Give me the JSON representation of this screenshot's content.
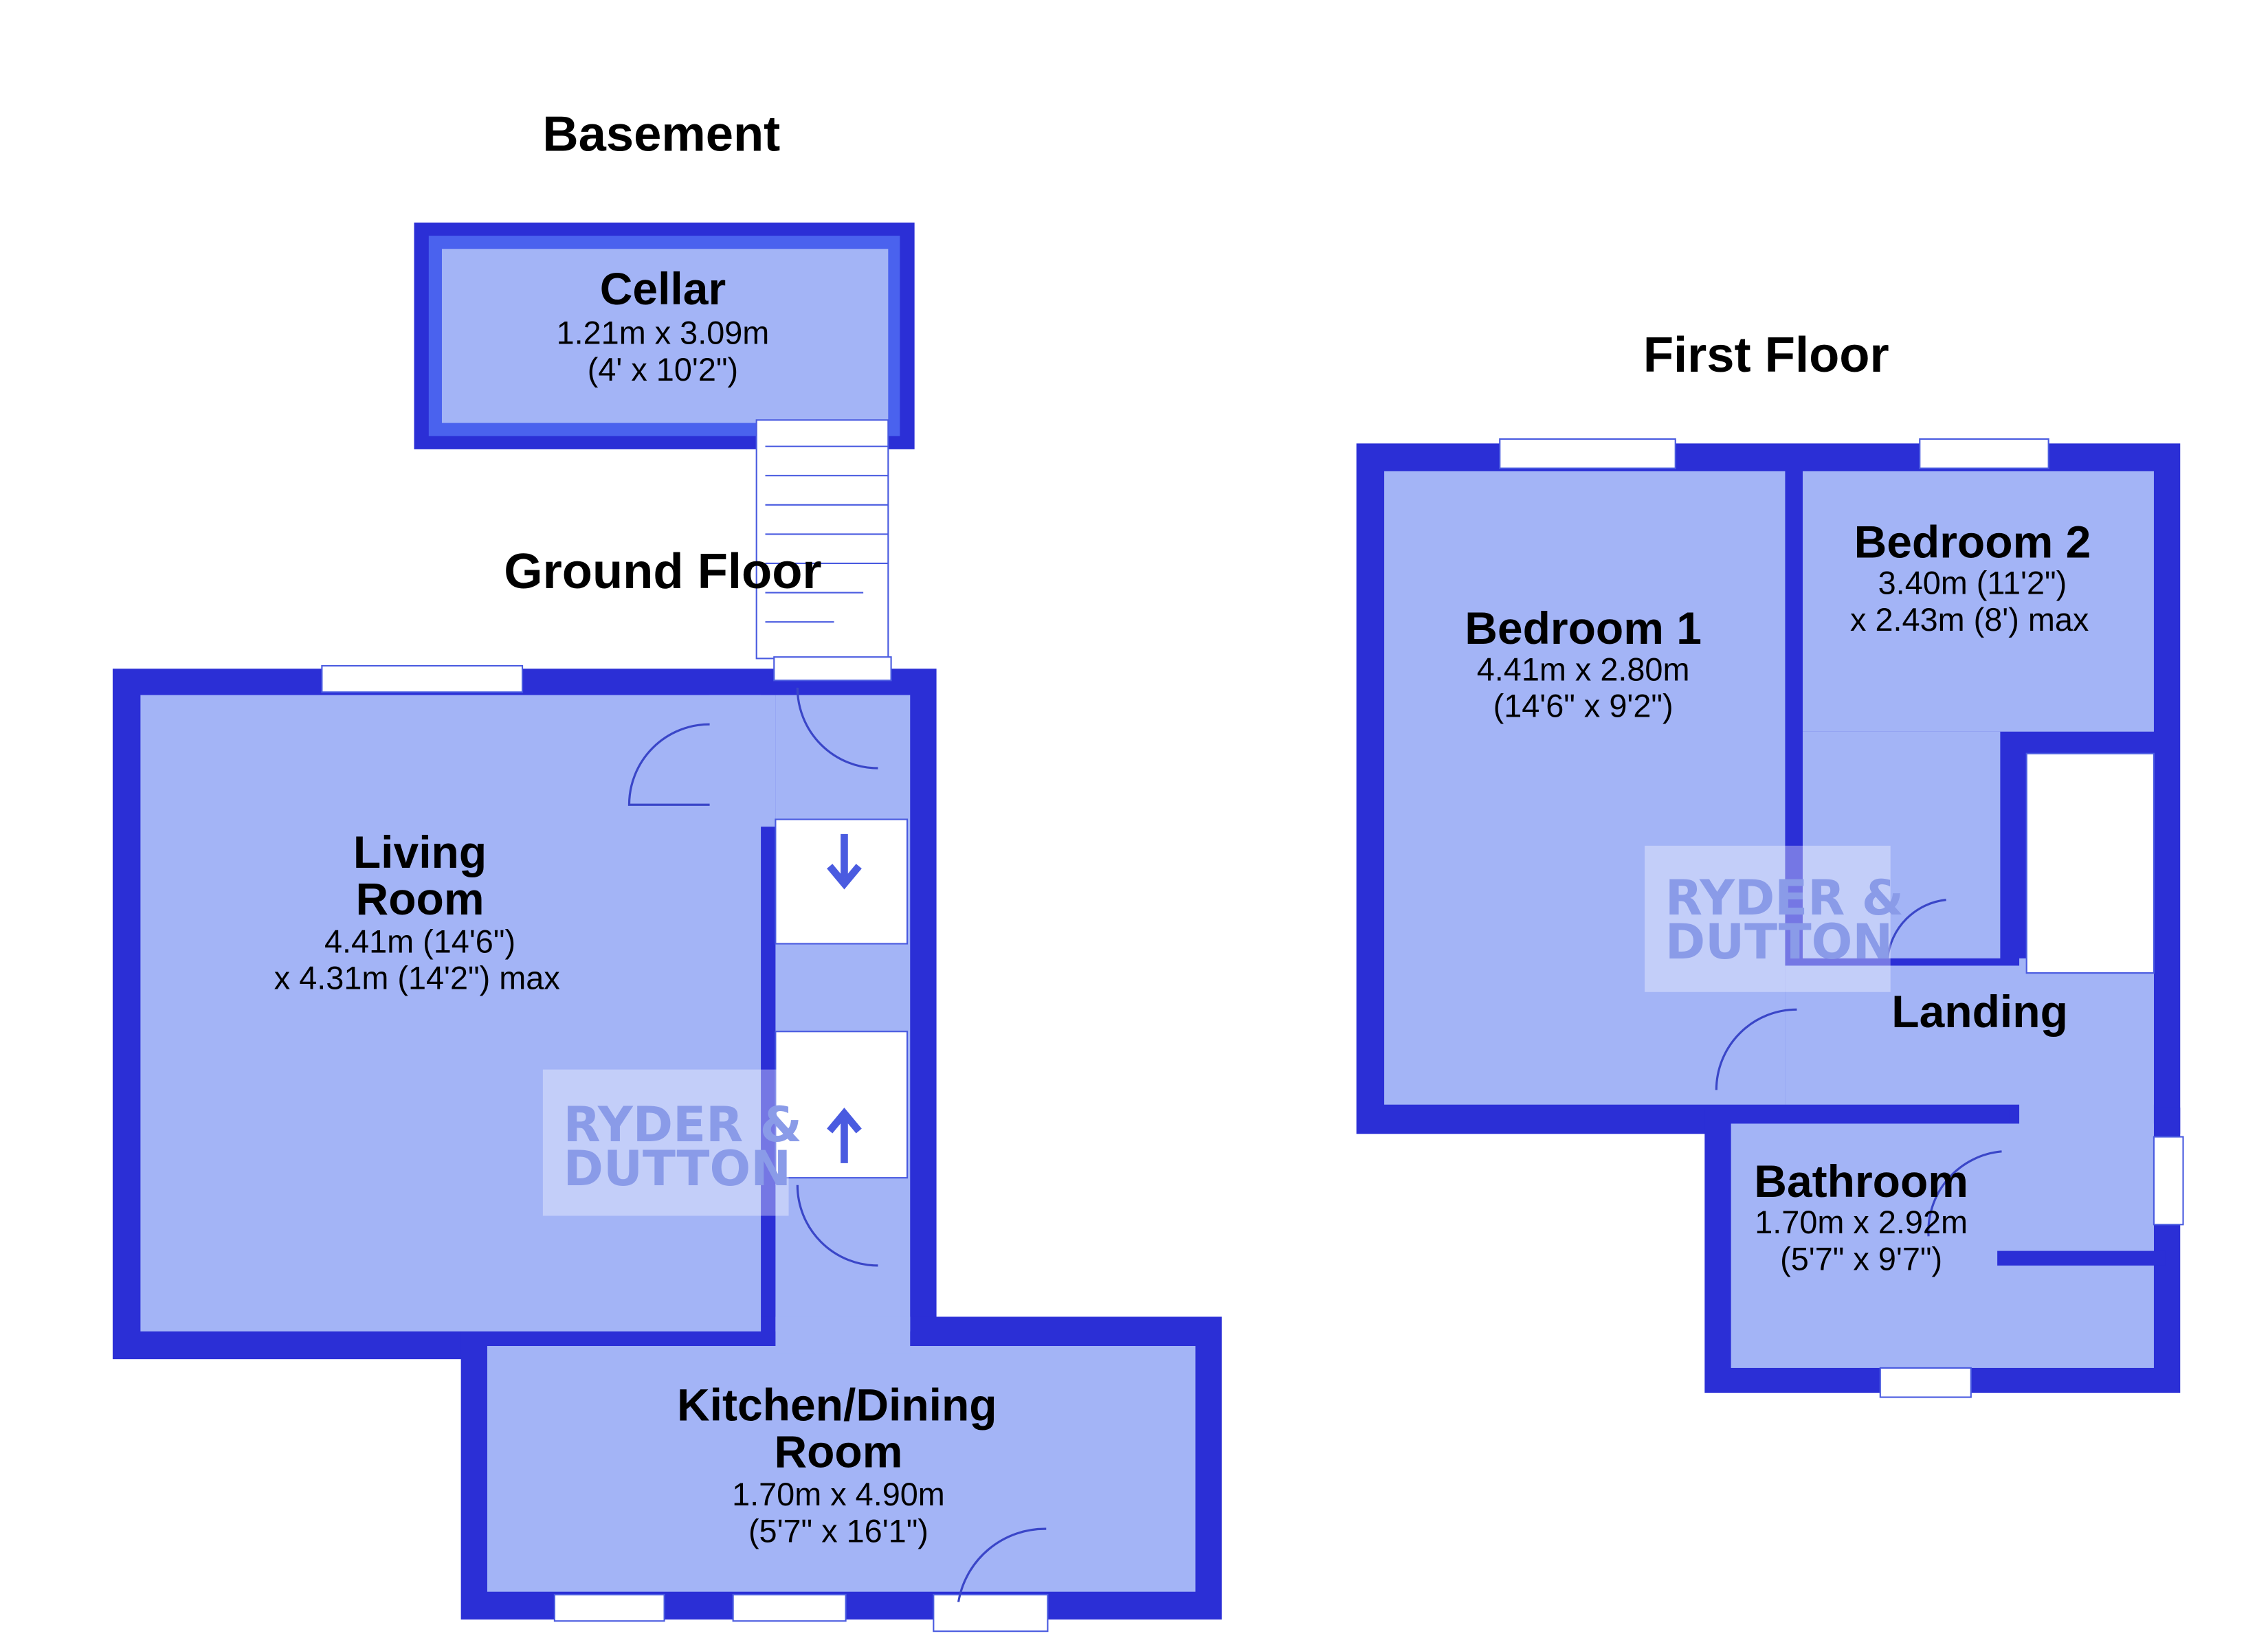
{
  "floors": {
    "basement": {
      "title": "Basement"
    },
    "ground": {
      "title": "Ground Floor"
    },
    "first": {
      "title": "First Floor"
    }
  },
  "rooms": {
    "cellar": {
      "name": "Cellar",
      "dim1": "1.21m x 3.09m",
      "dim2": "(4' x 10'2\")"
    },
    "living": {
      "name1": "Living",
      "name2": "Room",
      "dim1": "4.41m (14'6\")",
      "dim2": "x 4.31m (14'2\") max"
    },
    "kitchen": {
      "name1": "Kitchen/Dining",
      "name2": "Room",
      "dim1": "1.70m x 4.90m",
      "dim2": "(5'7\" x 16'1\")"
    },
    "bedroom1": {
      "name": "Bedroom 1",
      "dim1": "4.41m x 2.80m",
      "dim2": "(14'6\" x 9'2\")"
    },
    "bedroom2": {
      "name": "Bedroom 2",
      "dim1": "3.40m (11'2\")",
      "dim2": "x 2.43m (8') max"
    },
    "landing": {
      "name": "Landing"
    },
    "bathroom": {
      "name": "Bathroom",
      "dim1": "1.70m x 2.92m",
      "dim2": "(5'7\" x 9'7\")"
    }
  },
  "watermark": {
    "line1": "RYDER &",
    "line2": "DUTTON"
  },
  "colors": {
    "wall": "#2b2fd6",
    "room": "#a3b4f6",
    "arrow": "#4a5be0"
  }
}
